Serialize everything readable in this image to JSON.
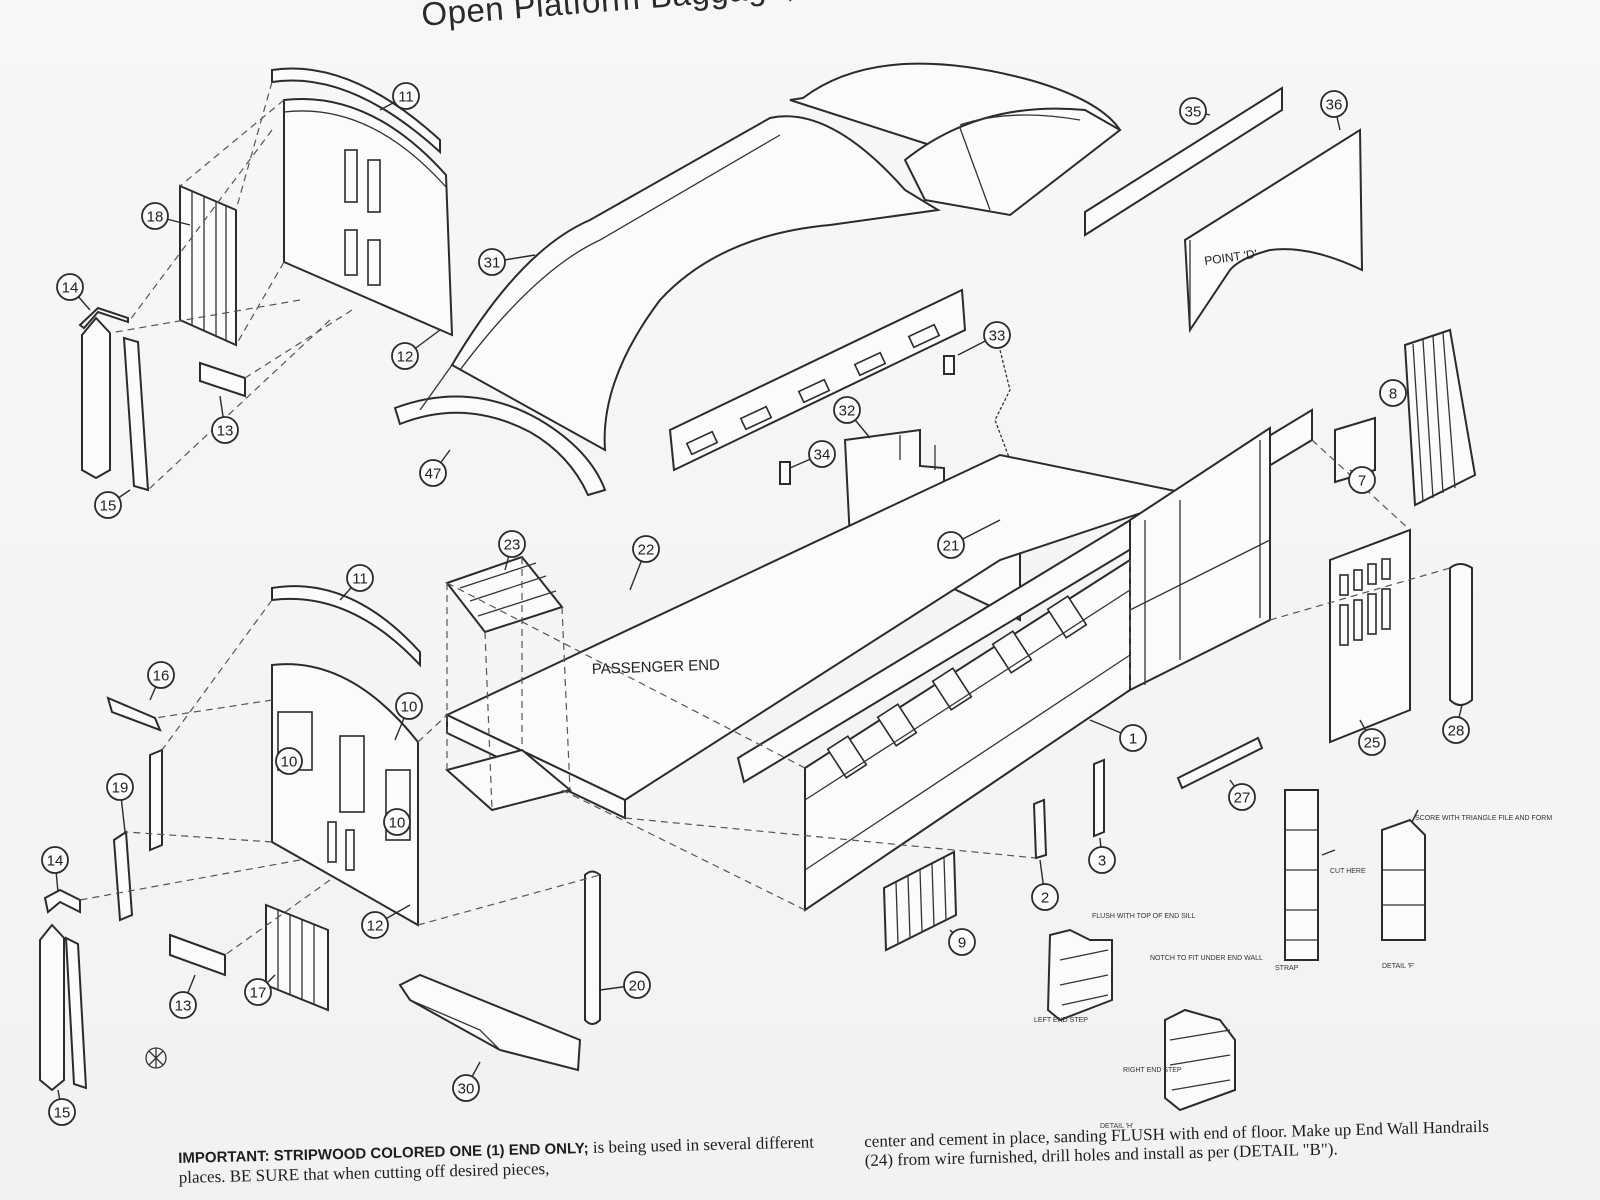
{
  "title": "Open Platform Baggage, Combination Car, Coach, ... Car",
  "labels": {
    "passenger_end": "PASSENGER END",
    "point_d": "POINT 'D'",
    "detail_h": "DETAIL 'H'",
    "detail_f": "DETAIL 'F'",
    "left_end_step": "LEFT END STEP",
    "right_end_step": "RIGHT END STEP",
    "flush_note": "FLUSH WITH TOP OF END SILL",
    "notch_note": "NOTCH TO FIT UNDER END WALL",
    "cut_here": "CUT HERE",
    "strap": "STRAP",
    "score_note": "SCORE WITH TRIANGLE FILE AND FORM"
  },
  "callouts": [
    "1",
    "2",
    "3",
    "7",
    "8",
    "9",
    "10",
    "10",
    "10",
    "11",
    "11",
    "12",
    "12",
    "13",
    "13",
    "14",
    "14",
    "15",
    "15",
    "16",
    "17",
    "18",
    "19",
    "20",
    "21",
    "22",
    "23",
    "25",
    "27",
    "28",
    "30",
    "31",
    "32",
    "33",
    "34",
    "35",
    "36",
    "47"
  ],
  "notes": {
    "left_bold": "IMPORTANT: STRIPWOOD COLORED ONE (1) END ONLY;",
    "left_rest": " is being used in several different places. BE SURE that when cutting off desired pieces,",
    "right": "center and cement in place, sanding FLUSH with end of floor. Make up End Wall Handrails (24) from wire furnished, drill holes and install as per (DETAIL \"B\")."
  }
}
